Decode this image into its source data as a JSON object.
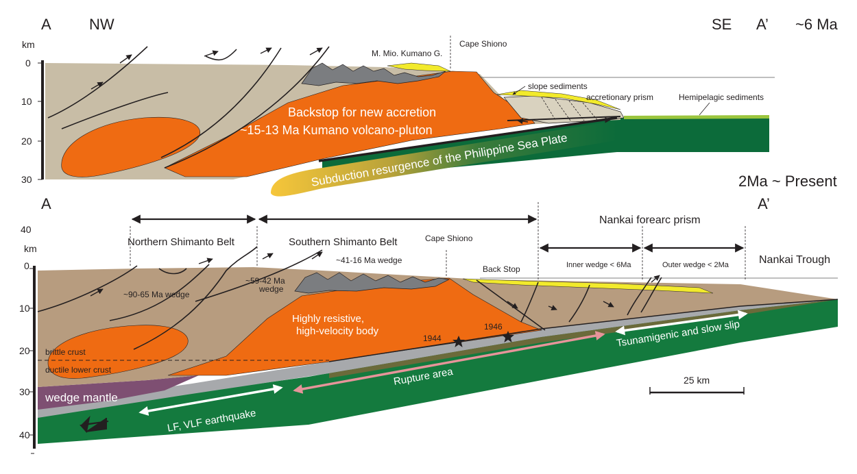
{
  "top": {
    "corner_left": "A",
    "dir_left": "NW",
    "dir_right": "SE",
    "corner_right": "A’",
    "age": "~6 Ma",
    "km_unit": "km",
    "depth_ticks": [
      "0",
      "10",
      "20",
      "30"
    ],
    "labels": {
      "kumano_group": "M. Mio. Kumano G.",
      "cape_shiono": "Cape Shiono",
      "slope_sediments": "slope sediments",
      "accretionary_prism": "accretionary prism",
      "hemipelagic": "Hemipelagic sediments",
      "backstop_line1": "Backstop for new accretion",
      "backstop_line2": "~15-13 Ma Kumano  volcano-pluton",
      "subduction": "Subduction resurgence of the Philippine Sea Plate"
    }
  },
  "bottom": {
    "corner_left": "A",
    "corner_right": "A’",
    "age": "2Ma ~ Present",
    "km_unit": "km",
    "depth_ticks": [
      "40",
      "0",
      "10",
      "20",
      "30",
      "40"
    ],
    "labels": {
      "northern_belt": "Northern Shimanto Belt",
      "southern_belt": "Southern Shimanto Belt",
      "cape_shiono": "Cape Shiono",
      "nankai_prism": "Nankai forearc prism",
      "inner_wedge": "Inner wedge < 6Ma",
      "outer_wedge": "Outer wedge < 2Ma",
      "nankai_trough": "Nankai Trough",
      "wedge_41_16": "~41-16 Ma wedge",
      "back_stop": "Back Stop",
      "wedge_59_42_line1": "~59-42 Ma",
      "wedge_59_42_line2": "wedge",
      "wedge_90_65": "~90-65 Ma wedge",
      "resistive_line1": "Highly resistive,",
      "resistive_line2": "high-velocity body",
      "eq_1944": "1944",
      "eq_1946": "1946",
      "brittle_crust": "brittle crust",
      "ductile_crust": "ductile lower crust",
      "wedge_mantle": "wedge mantle",
      "rupture_area": "Rupture area",
      "tsunamigenic": "Tsunamigenic and slow slip",
      "lf_vlf": "LF, VLF earthquake"
    },
    "scale_bar": "25 km"
  },
  "colors": {
    "wedge": "#c8bda6",
    "wedge_bottom": "#b79c7f",
    "pluton": "#ef6b12",
    "plate": "#0c6b3a",
    "plate_bottom": "#147a3e",
    "yellow": "#f2ea2c",
    "gray": "#a7a9ac",
    "mantle": "#7e4f72",
    "rupture_arrow": "#e6949a"
  }
}
